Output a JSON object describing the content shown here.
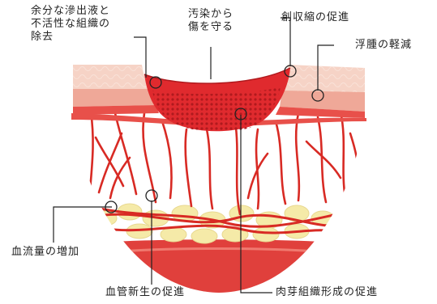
{
  "labels": {
    "remove_exudate": "余分な滲出液と\n不活性な組織の\n除去",
    "protect": "汚染から\n傷を守る",
    "contraction": "創収縮の促進",
    "edema": "浮腫の軽減",
    "blood_flow": "血流量の増加",
    "angiogenesis": "血管新生の促進",
    "granulation": "肉芽組織形成の促進"
  },
  "colors": {
    "skin_light": "#f6d3c6",
    "skin_mid": "#efa898",
    "dermis": "#e8504a",
    "wound": "#e02a2e",
    "vessel": "#d82a24",
    "fat": "#f5eaa8",
    "muscle": "#e0403c",
    "leader": "#222222"
  }
}
